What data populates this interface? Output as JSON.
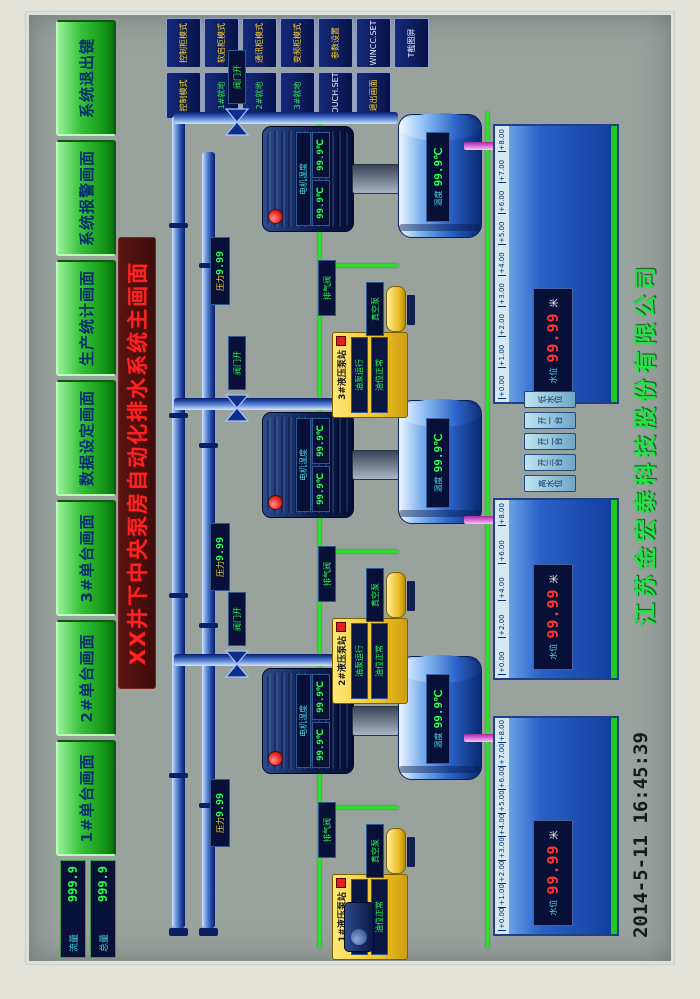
{
  "menu": {
    "items": [
      "1#单台画面",
      "2#单台画面",
      "3#单台画面",
      "数据设定画面",
      "生产统计画面",
      "系统报警画面",
      "系统退出键"
    ]
  },
  "title": "XX井下中央泵房自动化排水系统主画面",
  "meters": {
    "flow_label": "流量",
    "flow_value": "999.9",
    "total_label": "总量",
    "total_value": "999.9"
  },
  "control_panel": {
    "col_a": [
      "控制柜模式",
      "软启柜模式",
      "通讯柜模式",
      "变频柜模式",
      "参数设置",
      "WINCC.SET",
      "T截图屏"
    ],
    "col_b": [
      "控制模式",
      "1#就地",
      "2#就地",
      "3#就地",
      "TOUCH.SET",
      "退出画面"
    ]
  },
  "scale": [
    "+0.00",
    "+1.00",
    "+2.00",
    "+3.00",
    "+4.00",
    "+5.00",
    "+6.00",
    "+7.00",
    "+8.00"
  ],
  "legend": [
    "高水位",
    "开三台",
    "开二台",
    "开一台",
    "低水位"
  ],
  "units": [
    {
      "id": "1#",
      "pressure_label": "压力",
      "pressure_value": "9.99",
      "vent_valve_label": "排气阀",
      "valve_open_label": "阀门开",
      "vacuum_label": "真空泵",
      "motor_temp_label": "电机温度",
      "motor_temp_1": "99.9℃",
      "motor_temp_2": "99.9℃",
      "pump_temp_label": "温度",
      "pump_temp_value": "99.9℃",
      "panel_title": "1#液压泵站",
      "panel_row_1": "油泵运行",
      "panel_row_2": "油位正常",
      "level_label": "水位",
      "level_value": "99.99",
      "level_unit": "米"
    },
    {
      "id": "2#",
      "pressure_label": "压力",
      "pressure_value": "9.99",
      "vent_valve_label": "排气阀",
      "valve_open_label": "阀门开",
      "vacuum_label": "真空泵",
      "motor_temp_label": "电机温度",
      "motor_temp_1": "99.9℃",
      "motor_temp_2": "99.9℃",
      "pump_temp_label": "温度",
      "pump_temp_value": "99.9℃",
      "panel_title": "2#液压泵站",
      "panel_row_1": "油泵运行",
      "panel_row_2": "油位正常",
      "level_label": "水位",
      "level_value": "99.99",
      "level_unit": "米"
    },
    {
      "id": "3#",
      "pressure_label": "压力",
      "pressure_value": "9.99",
      "vent_valve_label": "排气阀",
      "valve_open_label": "阀门开",
      "vacuum_label": "真空泵",
      "motor_temp_label": "电机温度",
      "motor_temp_1": "99.9℃",
      "motor_temp_2": "99.9℃",
      "pump_temp_label": "温度",
      "pump_temp_value": "99.9℃",
      "panel_title": "3#液压泵站",
      "panel_row_1": "油泵运行",
      "panel_row_2": "油位正常",
      "level_label": "水位",
      "level_value": "99.99",
      "level_unit": "米"
    }
  ],
  "footer": {
    "company": "江苏金宏泰科技股份有限公司",
    "datetime": "2014-5-11  16:45:39"
  },
  "colors": {
    "menu_green": "#27c52d",
    "title_red": "#ff2222",
    "digit_green": "#2bff4a",
    "digit_red": "#ff3434",
    "pipe_blue": "#2b57c4",
    "pipe_green": "#32dc32",
    "pipe_pink": "#e287e0",
    "water_blue": "#1b51b2",
    "panel_yellow": "#f6cf37"
  }
}
